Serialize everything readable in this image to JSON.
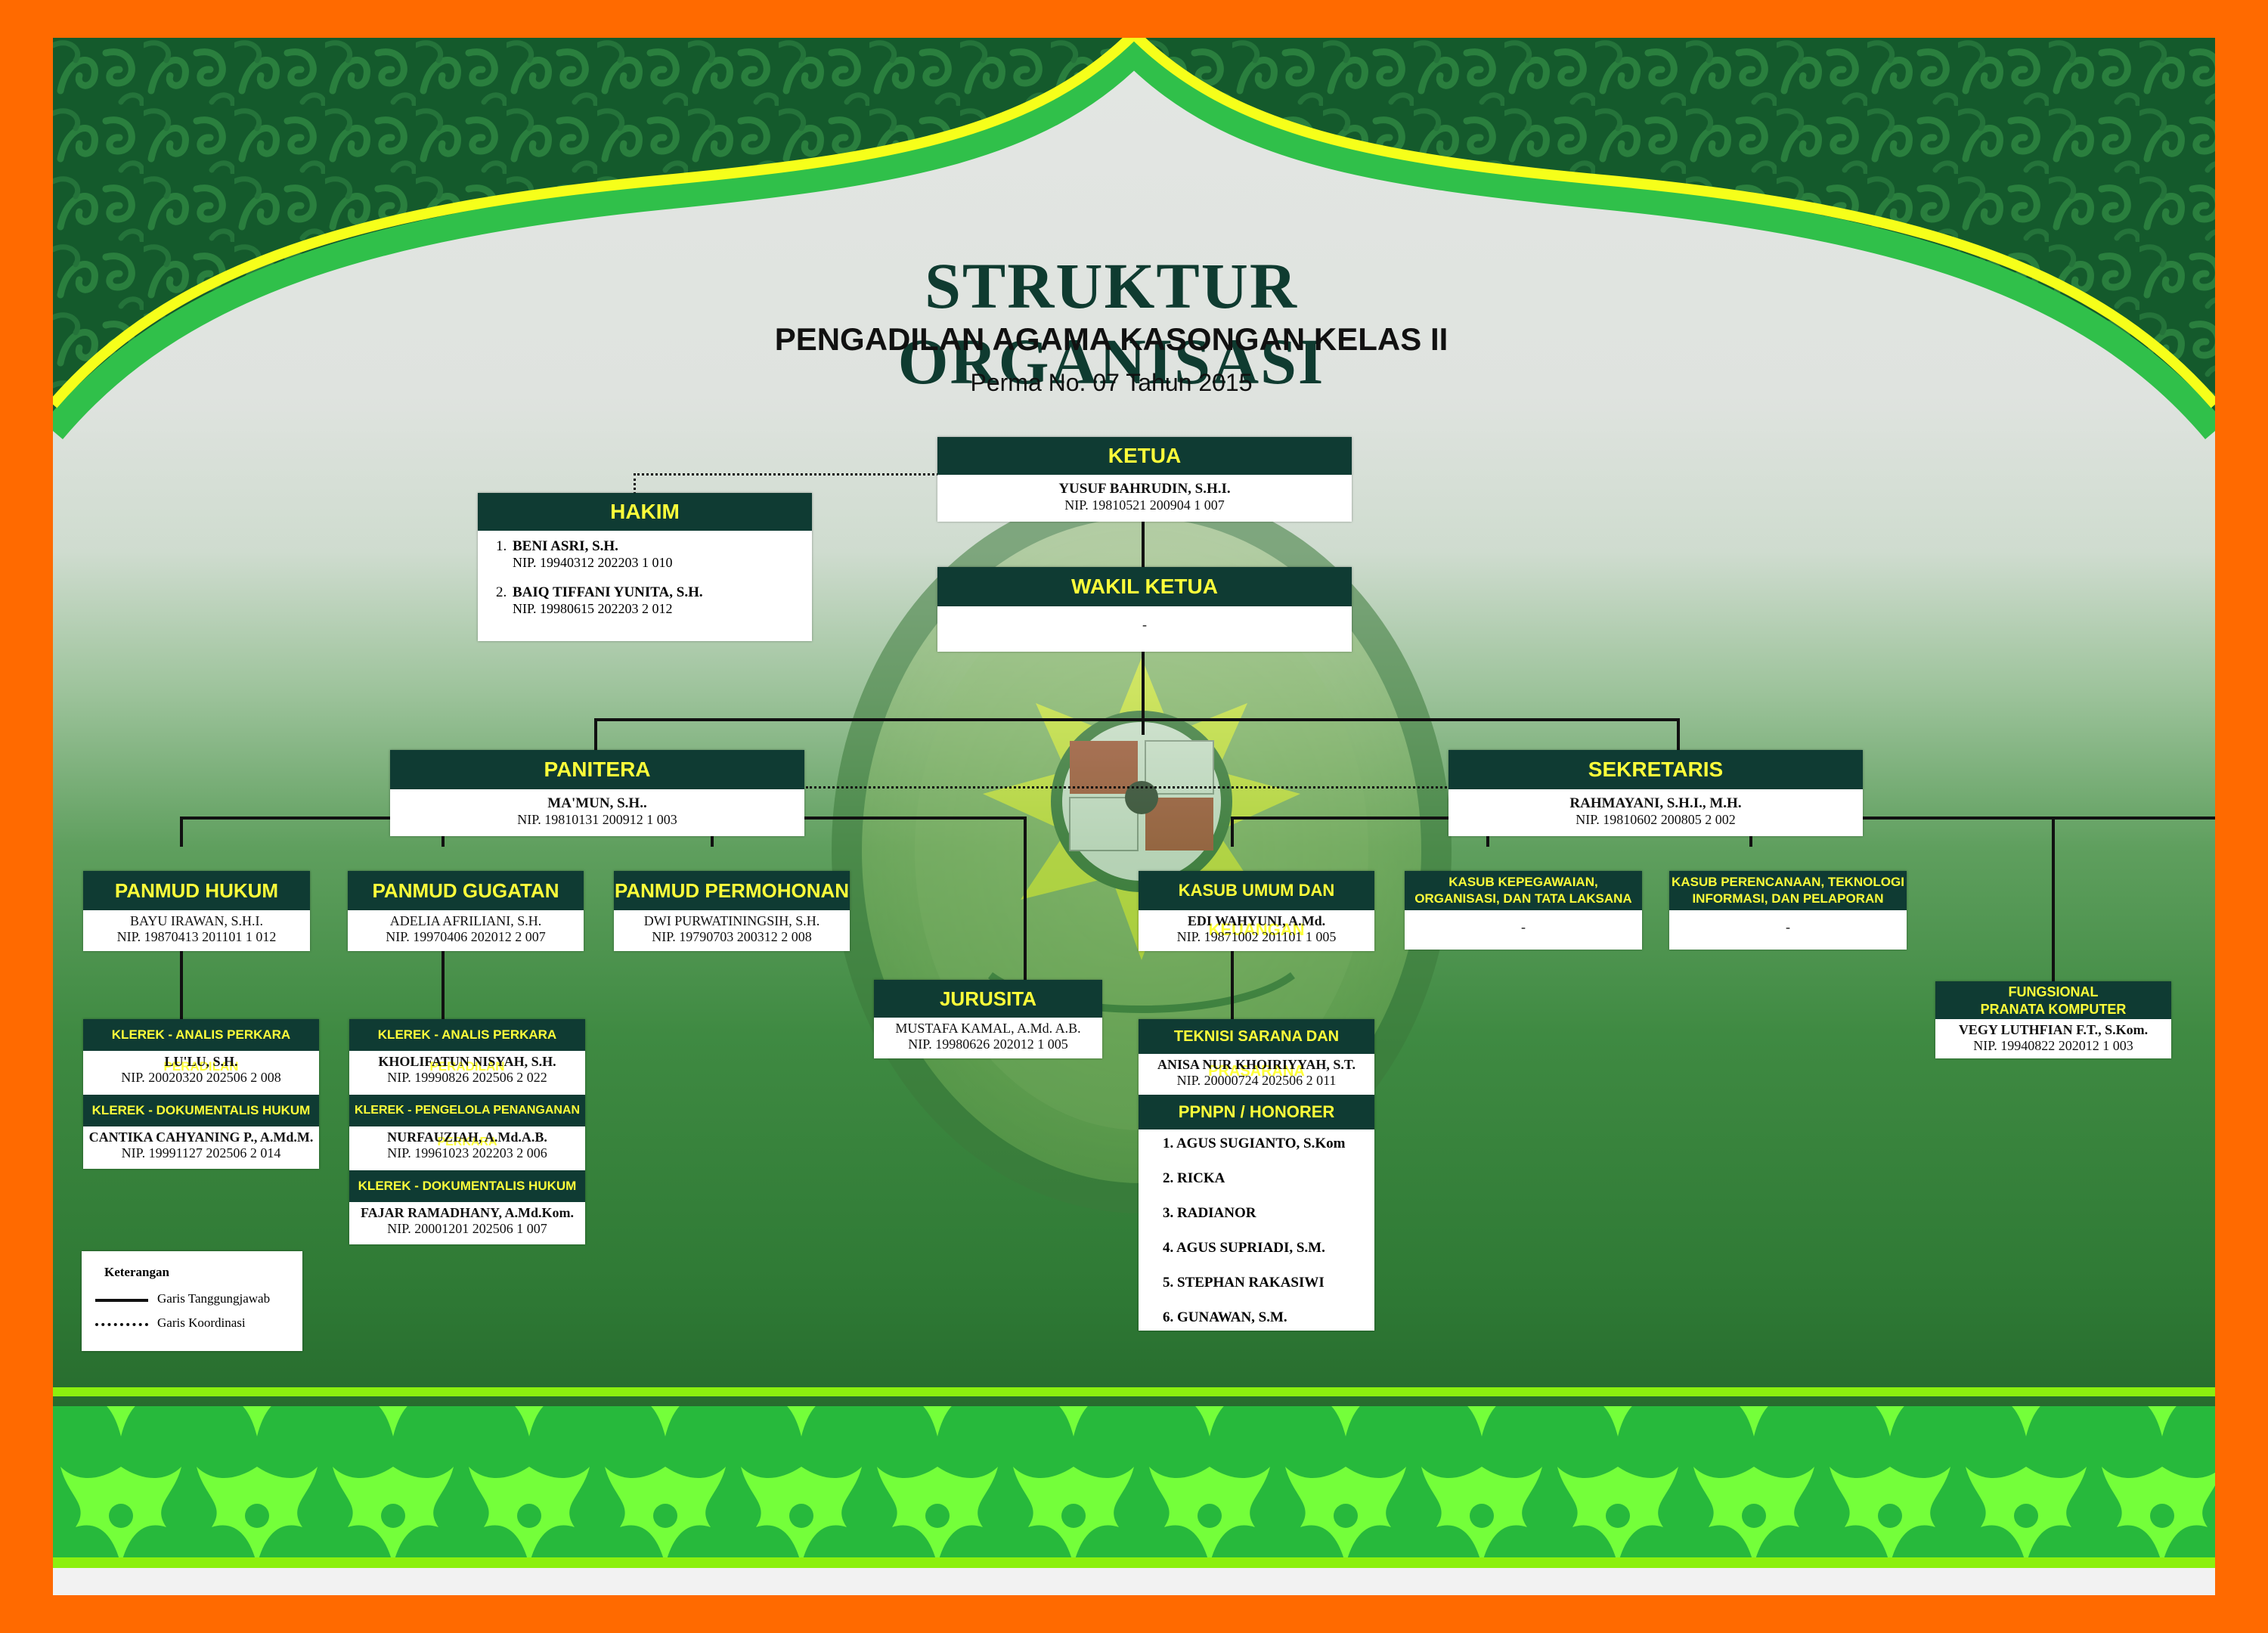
{
  "header": {
    "title": "STRUKTUR ORGANISASI",
    "subtitle": "PENGADILAN AGAMA KASONGAN KELAS II",
    "regulation": "Perma No. 07 Tahun 2015"
  },
  "emblem": {
    "label": "PENGADILAN AGAMA KASONGAN"
  },
  "colors": {
    "border": "#ff6a00",
    "header_bg": "#0f3b33",
    "header_text": "#ffff3a",
    "band": "#8cf00f"
  },
  "ketua": {
    "title": "KETUA",
    "name": "YUSUF BAHRUDIN, S.H.I.",
    "nip": "NIP. 19810521 200904 1 007"
  },
  "hakim": {
    "title": "HAKIM",
    "members": [
      {
        "num": "1.",
        "name": "BENI ASRI, S.H.",
        "nip": "NIP. 19940312 202203 1 010"
      },
      {
        "num": "2.",
        "name": "BAIQ TIFFANI YUNITA, S.H.",
        "nip": "NIP. 19980615 202203 2 012"
      }
    ]
  },
  "wakil": {
    "title": "WAKIL KETUA",
    "name": "-"
  },
  "panitera": {
    "title": "PANITERA",
    "name": "MA'MUN, S.H..",
    "nip": "NIP. 19810131 200912 1 003"
  },
  "sekretaris": {
    "title": "SEKRETARIS",
    "name": "RAHMAYANI, S.H.I., M.H.",
    "nip": "NIP. 19810602 200805 2 002"
  },
  "panmud_hukum": {
    "title": "PANMUD HUKUM",
    "name": "BAYU IRAWAN, S.H.I.",
    "nip": "NIP. 19870413 201101 1 012"
  },
  "panmud_gugatan": {
    "title": "PANMUD GUGATAN",
    "name": "ADELIA AFRILIANI, S.H.",
    "nip": "NIP. 19970406 202012 2 007"
  },
  "panmud_permohonan": {
    "title": "PANMUD PERMOHONAN",
    "name": "DWI PURWATININGSIH, S.H.",
    "nip": "NIP. 19790703 200312 2 008"
  },
  "jurusita": {
    "title": "JURUSITA",
    "name": "MUSTAFA KAMAL, A.Md. A.B.",
    "nip": "NIP. 19980626 202012 1 005"
  },
  "kasub_umum": {
    "title": "KASUB UMUM DAN KEUANGAN",
    "name": "EDI WAHYUNI, A.Md.",
    "nip": "NIP. 19871002 201101 1 005"
  },
  "kasub_kepegawaian": {
    "title_line1": "KASUB KEPEGAWAIAN,",
    "title_line2": "ORGANISASI, DAN TATA LAKSANA",
    "name": "-"
  },
  "kasub_perencanaan": {
    "title_line1": "KASUB PERENCANAAN, TEKNOLOGI",
    "title_line2": "INFORMASI, DAN PELAPORAN",
    "name": "-"
  },
  "hukum_clerks": [
    {
      "title": "KLEREK - ANALIS PERKARA PERADILAN",
      "name": "LU'LU, S.H.",
      "nip": "NIP. 20020320 202506 2 008"
    },
    {
      "title": "KLEREK - DOKUMENTALIS HUKUM",
      "name": "CANTIKA CAHYANING P., A.Md.M.",
      "nip": "NIP. 19991127 202506 2 014"
    }
  ],
  "gugatan_clerks": [
    {
      "title": "KLEREK - ANALIS PERKARA PERADILAN",
      "name": "KHOLIFATUN NISYAH, S.H.",
      "nip": "NIP. 19990826 202506 2 022"
    },
    {
      "title": "KLEREK - PENGELOLA PENANGANAN PERKARA",
      "name": "NURFAUZIAH, A.Md.A.B.",
      "nip": "NIP. 19961023 202203 2 006"
    },
    {
      "title": "KLEREK - DOKUMENTALIS HUKUM",
      "name": "FAJAR RAMADHANY, A.Md.Kom.",
      "nip": "NIP. 20001201 202506 1 007"
    }
  ],
  "teknisi": {
    "title": "TEKNISI SARANA DAN PRASARANA",
    "name": "ANISA NUR KHOIRIYYAH, S.T.",
    "nip": "NIP. 20000724 202506 2 011"
  },
  "ppnpn": {
    "title": "PPNPN / HONORER",
    "members": [
      "1. AGUS SUGIANTO, S.Kom",
      "2. RICKA",
      "3. RADIANOR",
      "4. AGUS SUPRIADI, S.M.",
      "5. STEPHAN RAKASIWI",
      "6. GUNAWAN, S.M."
    ]
  },
  "fungsional": {
    "title_line1": "FUNGSIONAL",
    "title_line2": "PRANATA KOMPUTER",
    "name": "VEGY LUTHFIAN F.T., S.Kom.",
    "nip": "NIP. 19940822 202012 1 003"
  },
  "legend": {
    "title": "Keterangan",
    "solid": "Garis Tanggungjawab",
    "dotted": "Garis Koordinasi"
  }
}
